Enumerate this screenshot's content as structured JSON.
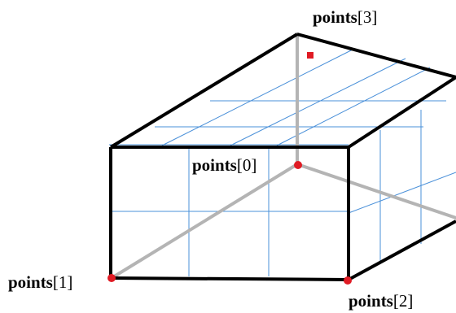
{
  "diagram": {
    "colors": {
      "edge": "#000000",
      "grid": "#4a90d9",
      "axis": "#b4b4b4",
      "point": "#e01b24"
    },
    "labels": [
      {
        "id": "p0",
        "name": "points",
        "index": "[0]"
      },
      {
        "id": "p1",
        "name": "points",
        "index": "[1]"
      },
      {
        "id": "p2",
        "name": "points",
        "index": "[2]"
      },
      {
        "id": "p3",
        "name": "points",
        "index": "[3]"
      }
    ]
  }
}
